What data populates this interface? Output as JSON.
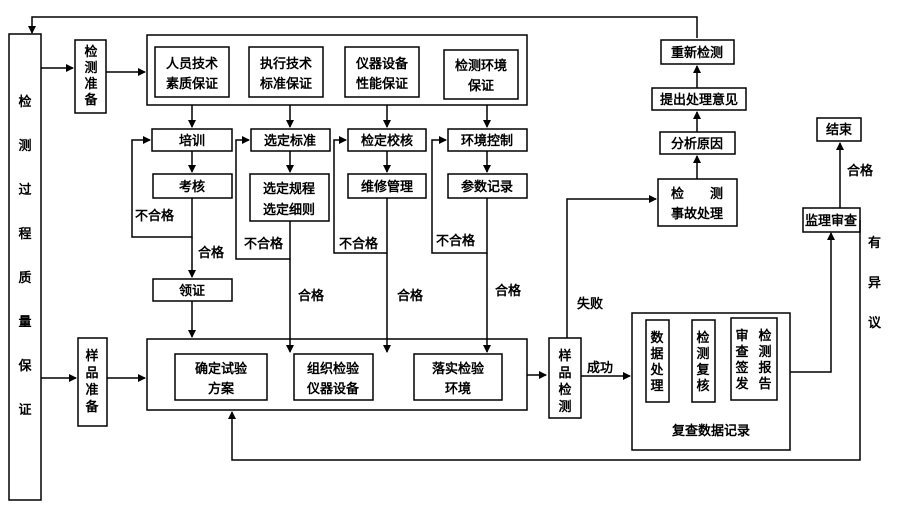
{
  "left_column": {
    "title": [
      "检",
      "测",
      "过",
      "程",
      "质",
      "量",
      "保",
      "证"
    ]
  },
  "prep": {
    "inspection_prep": [
      "检",
      "测",
      "准",
      "备"
    ],
    "sample_prep": [
      "样",
      "品",
      "准",
      "备"
    ]
  },
  "guarantees": {
    "personnel": [
      "人员技术",
      "素质保证"
    ],
    "standards": [
      "执行技术",
      "标准保证"
    ],
    "instruments": [
      "仪器设备",
      "性能保证"
    ],
    "environment": [
      "检测环境",
      "保证"
    ]
  },
  "steps": {
    "training": "培训",
    "select_standard": "选定标准",
    "calibration": "检定校核",
    "env_control": "环境控制",
    "assessment": "考核",
    "select_procedure": [
      "选定规程",
      "选定细则"
    ],
    "maintenance": "维修管理",
    "param_record": "参数记录",
    "certificate": "领证"
  },
  "execution": {
    "test_plan": [
      "确定试验",
      "方案"
    ],
    "organize_instruments": [
      "组织检验",
      "仪器设备"
    ],
    "implement_env": [
      "落实检验",
      "环境"
    ]
  },
  "sample_test": [
    "样",
    "品",
    "检",
    "测"
  ],
  "data_review": {
    "title": "复查数据记录",
    "data_processing": [
      "数",
      "据",
      "处",
      "理"
    ],
    "recheck": [
      "检",
      "测",
      "复",
      "核"
    ],
    "review_sign": [
      "审",
      "查",
      "签",
      "发"
    ],
    "report": [
      "检",
      "测",
      "报",
      "告"
    ]
  },
  "accident": {
    "accident_handling": [
      "检　　测",
      "事故处理"
    ],
    "analyze_cause": "分析原因",
    "propose_opinion": "提出处理意见",
    "retest": "重新检测"
  },
  "supervision": {
    "review": "监理审查",
    "end": "结束",
    "objection": [
      "有",
      "异",
      "议"
    ]
  },
  "edge_labels": {
    "unqualified": "不合格",
    "qualified": "合格",
    "failure": "失败",
    "success": "成功"
  }
}
